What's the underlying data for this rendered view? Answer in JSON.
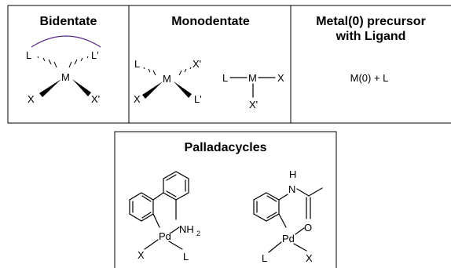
{
  "top_table": {
    "columns": [
      {
        "header": "Bidentate"
      },
      {
        "header": "Monodentate"
      },
      {
        "header_line1": "Metal(0) precursor",
        "header_line2": "with Ligand",
        "formula": "M(0) + L"
      }
    ]
  },
  "bidentate": {
    "l1": "L",
    "l2": "L'",
    "m": "M",
    "x1": "X",
    "x2": "X'",
    "arc_color": "#5b2a86"
  },
  "monodentate_a": {
    "l1": "L",
    "m": "M",
    "x1": "X'",
    "x2": "X",
    "l2": "L'"
  },
  "monodentate_b": {
    "l": "L",
    "m": "M",
    "x": "X",
    "xp": "X'"
  },
  "palladacycles": {
    "title": "Palladacycles",
    "left": {
      "nh": "NH",
      "sub2": "2",
      "pd": "Pd",
      "x": "X",
      "l": "L"
    },
    "right": {
      "h": "H",
      "n": "N",
      "o": "O",
      "pd": "Pd",
      "l": "L",
      "x": "X"
    }
  }
}
